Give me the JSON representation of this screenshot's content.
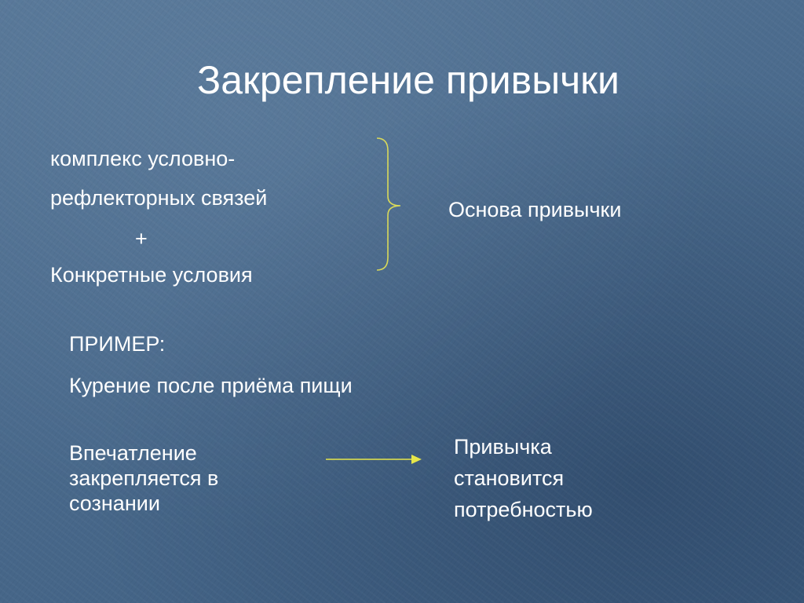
{
  "slide": {
    "title": "Закрепление привычки",
    "left_block": {
      "line1": "комплекс условно-",
      "line2": "рефлекторных связей",
      "plus": "+",
      "line3": "Конкретные условия"
    },
    "basis_label": "Основа привычки",
    "example": {
      "heading": "ПРИМЕР:",
      "item1": "Курение после приёма пищи",
      "item2": "Впечатление закрепляется в сознании"
    },
    "result_text": "Привычка становится потребностью"
  },
  "colors": {
    "brace": "#d9d95a",
    "arrow": "#e6e64a",
    "background": "#4a6a8c"
  },
  "icons": {
    "brace": "right-curly-brace-icon",
    "arrow": "right-arrow-icon"
  }
}
